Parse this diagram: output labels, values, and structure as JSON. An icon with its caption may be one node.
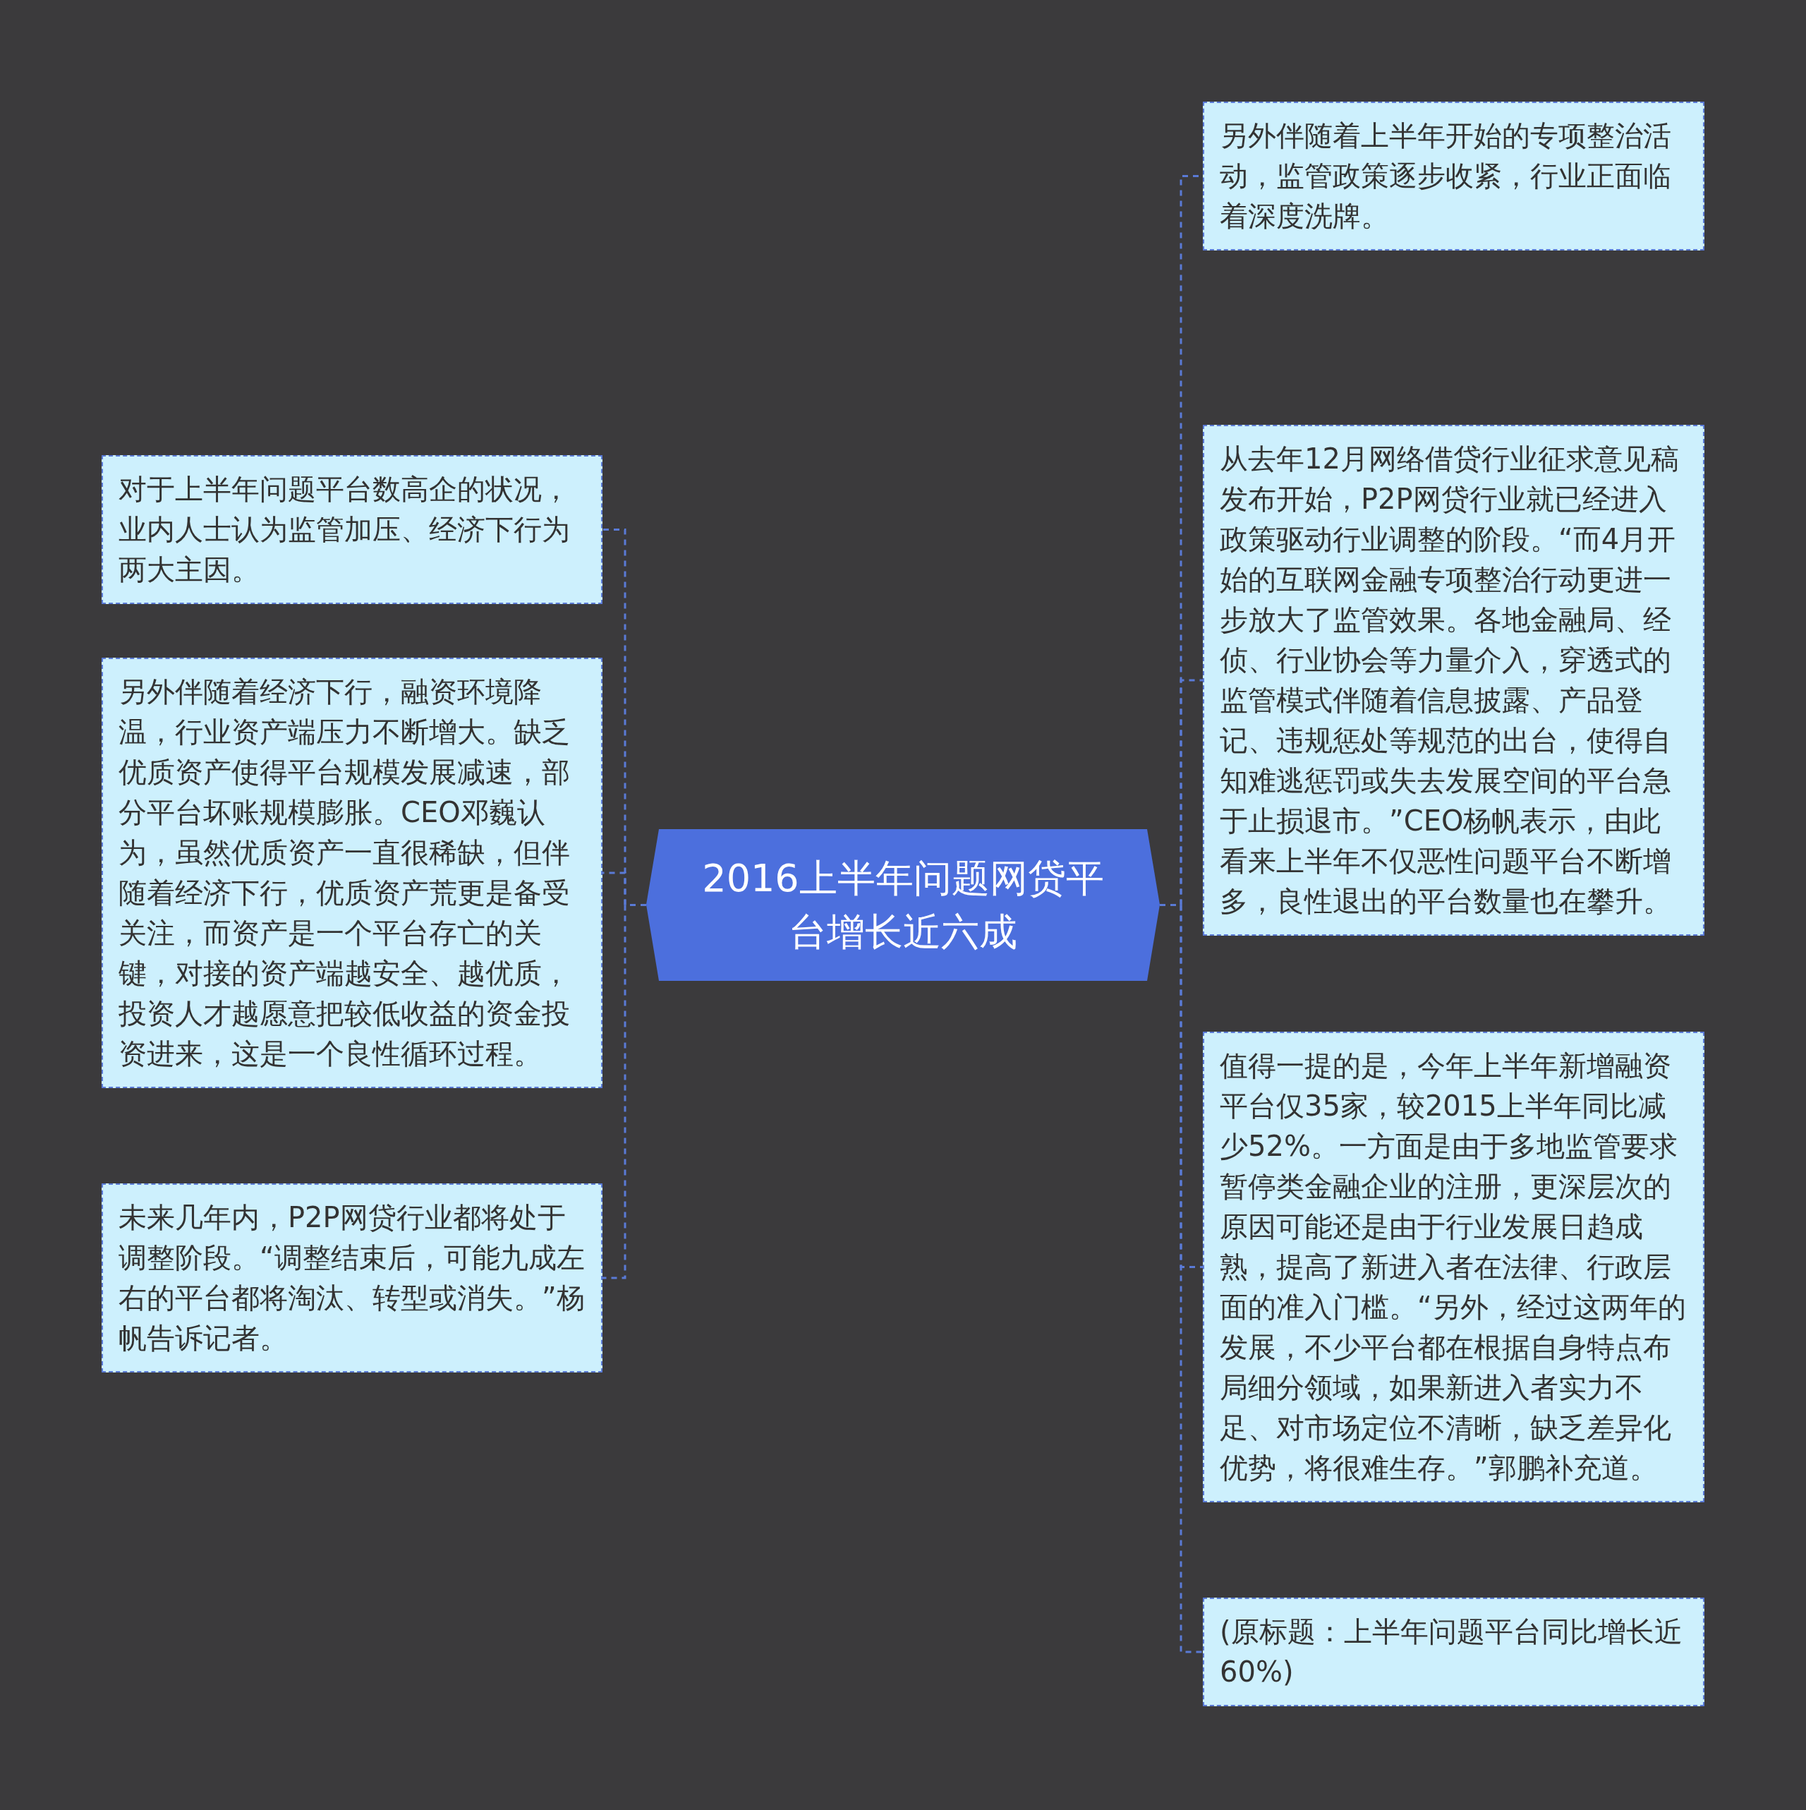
{
  "diagram": {
    "nodes": [
      {
        "text": [
          "2016上半年问题网贷平台增长近六成"
        ]
      },
      {
        "text": [
          "另外伴随着上半年开始的专项整治活动，监管政策逐步收紧，行业正面临着深度洗牌。"
        ]
      },
      {
        "text": [
          "从去年12月网络借贷行业征求意见稿发布开始，P2P网贷行业就已经进入政策驱动行业调整的阶段。“而4月开始的互联网金融专项整治行动更进一步放大了监管效果。各地金融局、经侦、行业协会等力量介入，穿透式的监管模式伴随着信息披露、产品登记、违规惩处等规范的出台，使得自知难逃惩罚或失去发展空间的平台急于止损退市。”CEO杨帆表示，由此看来上半年不仅恶性问题平台不断增多，良性退出的平台数量也在攀升。"
        ]
      },
      {
        "text": [
          "值得一提的是，今年上半年新增融资平台仅35家，较2015上半年同比减少52%。一方面是由于多地监管要求暂停类金融企业的注册，更深层次的原因可能还是由于行业发展日趋成熟，提高了新进入者在法律、行政层面的准入门槛。“另外，经过这两年的发展，不少平台都在根据自身特点布局细分领域，如果新进入者实力不足、对市场定位不清晰，缺乏差异化优势，将很难生存。”郭鹏补充道。"
        ]
      },
      {
        "text": [
          "(原标题：上半年问题平台同比增长近60%)"
        ]
      },
      {
        "text": [
          "对于上半年问题平台数高企的状况，业内人士认为监管加压、经济下行为两大主因。"
        ]
      },
      {
        "text": [
          "另外伴随着经济下行，融资环境降温，行业资产端压力不断增大。缺乏优质资产使得平台规模发展减速，部分平台坏账规模膨胀。CEO邓巍认为，虽然优质资产一直很稀缺，但伴随着经济下行，优质资产荒更是备受关注，而资产是一个平台存亡的关键，对接的资产端越安全、越优质，投资人才越愿意把较低收益的资金投资进来，这是一个良性循环过程。"
        ]
      },
      {
        "text": [
          "未来几年内，P2P网贷行业都将处于调整阶段。“调整结束后，可能九成左右的平台都将淘汰、转型或消失。”杨帆告诉记者。"
        ]
      }
    ],
    "edges": [
      {
        "from": 0,
        "to": 1,
        "arrow": "none",
        "style": "dashed"
      },
      {
        "from": 0,
        "to": 2,
        "arrow": "none",
        "style": "dashed"
      },
      {
        "from": 0,
        "to": 3,
        "arrow": "none",
        "style": "dashed"
      },
      {
        "from": 0,
        "to": 4,
        "arrow": "none",
        "style": "dashed"
      },
      {
        "from": 0,
        "to": 5,
        "arrow": "none",
        "style": "dashed"
      },
      {
        "from": 0,
        "to": 6,
        "arrow": "none",
        "style": "dashed"
      },
      {
        "from": 0,
        "to": 7,
        "arrow": "none",
        "style": "dashed"
      }
    ]
  }
}
